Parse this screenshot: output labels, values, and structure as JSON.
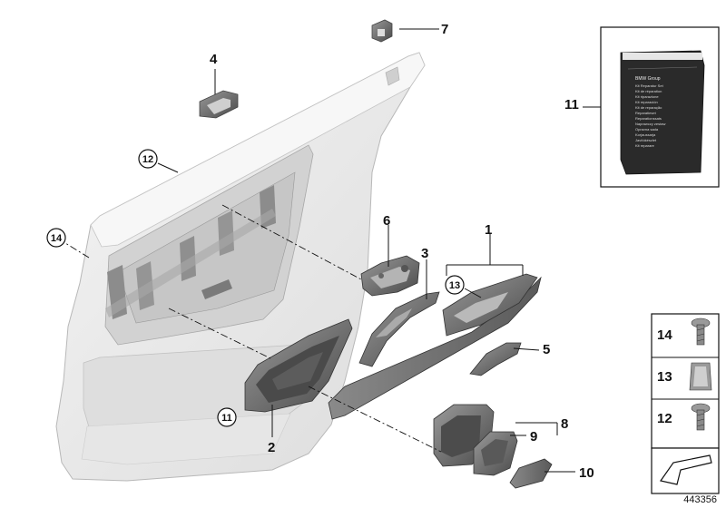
{
  "diagram": {
    "callouts": {
      "c1": "1",
      "c2": "2",
      "c3": "3",
      "c4": "4",
      "c5": "5",
      "c6": "6",
      "c7": "7",
      "c8": "8",
      "c9": "9",
      "c10": "10",
      "c11": "11",
      "c12": "12",
      "c13": "13",
      "c14": "14",
      "c11_circle": "11",
      "c12_circle": "12",
      "c13_circle": "13",
      "c14_circle": "14"
    },
    "bag": {
      "brand": "BMW Group",
      "lines": [
        "Kit Reparatur Set",
        "Kit de réparation",
        "Kit riparazione",
        "Kit reparación",
        "Kit de reparação",
        "Reparatieset",
        "Reparationssats",
        "Naprawczy zestaw",
        "Opravna sada",
        "Korjaussarja",
        "Javítókészlet",
        "Kit reparare"
      ]
    },
    "side_panel": {
      "p14": "14",
      "p13": "13",
      "p12": "12"
    },
    "reference": "443356",
    "colors": {
      "line": "#111111",
      "part": "#6e6e6e",
      "panel": "#e9e9e9"
    }
  }
}
